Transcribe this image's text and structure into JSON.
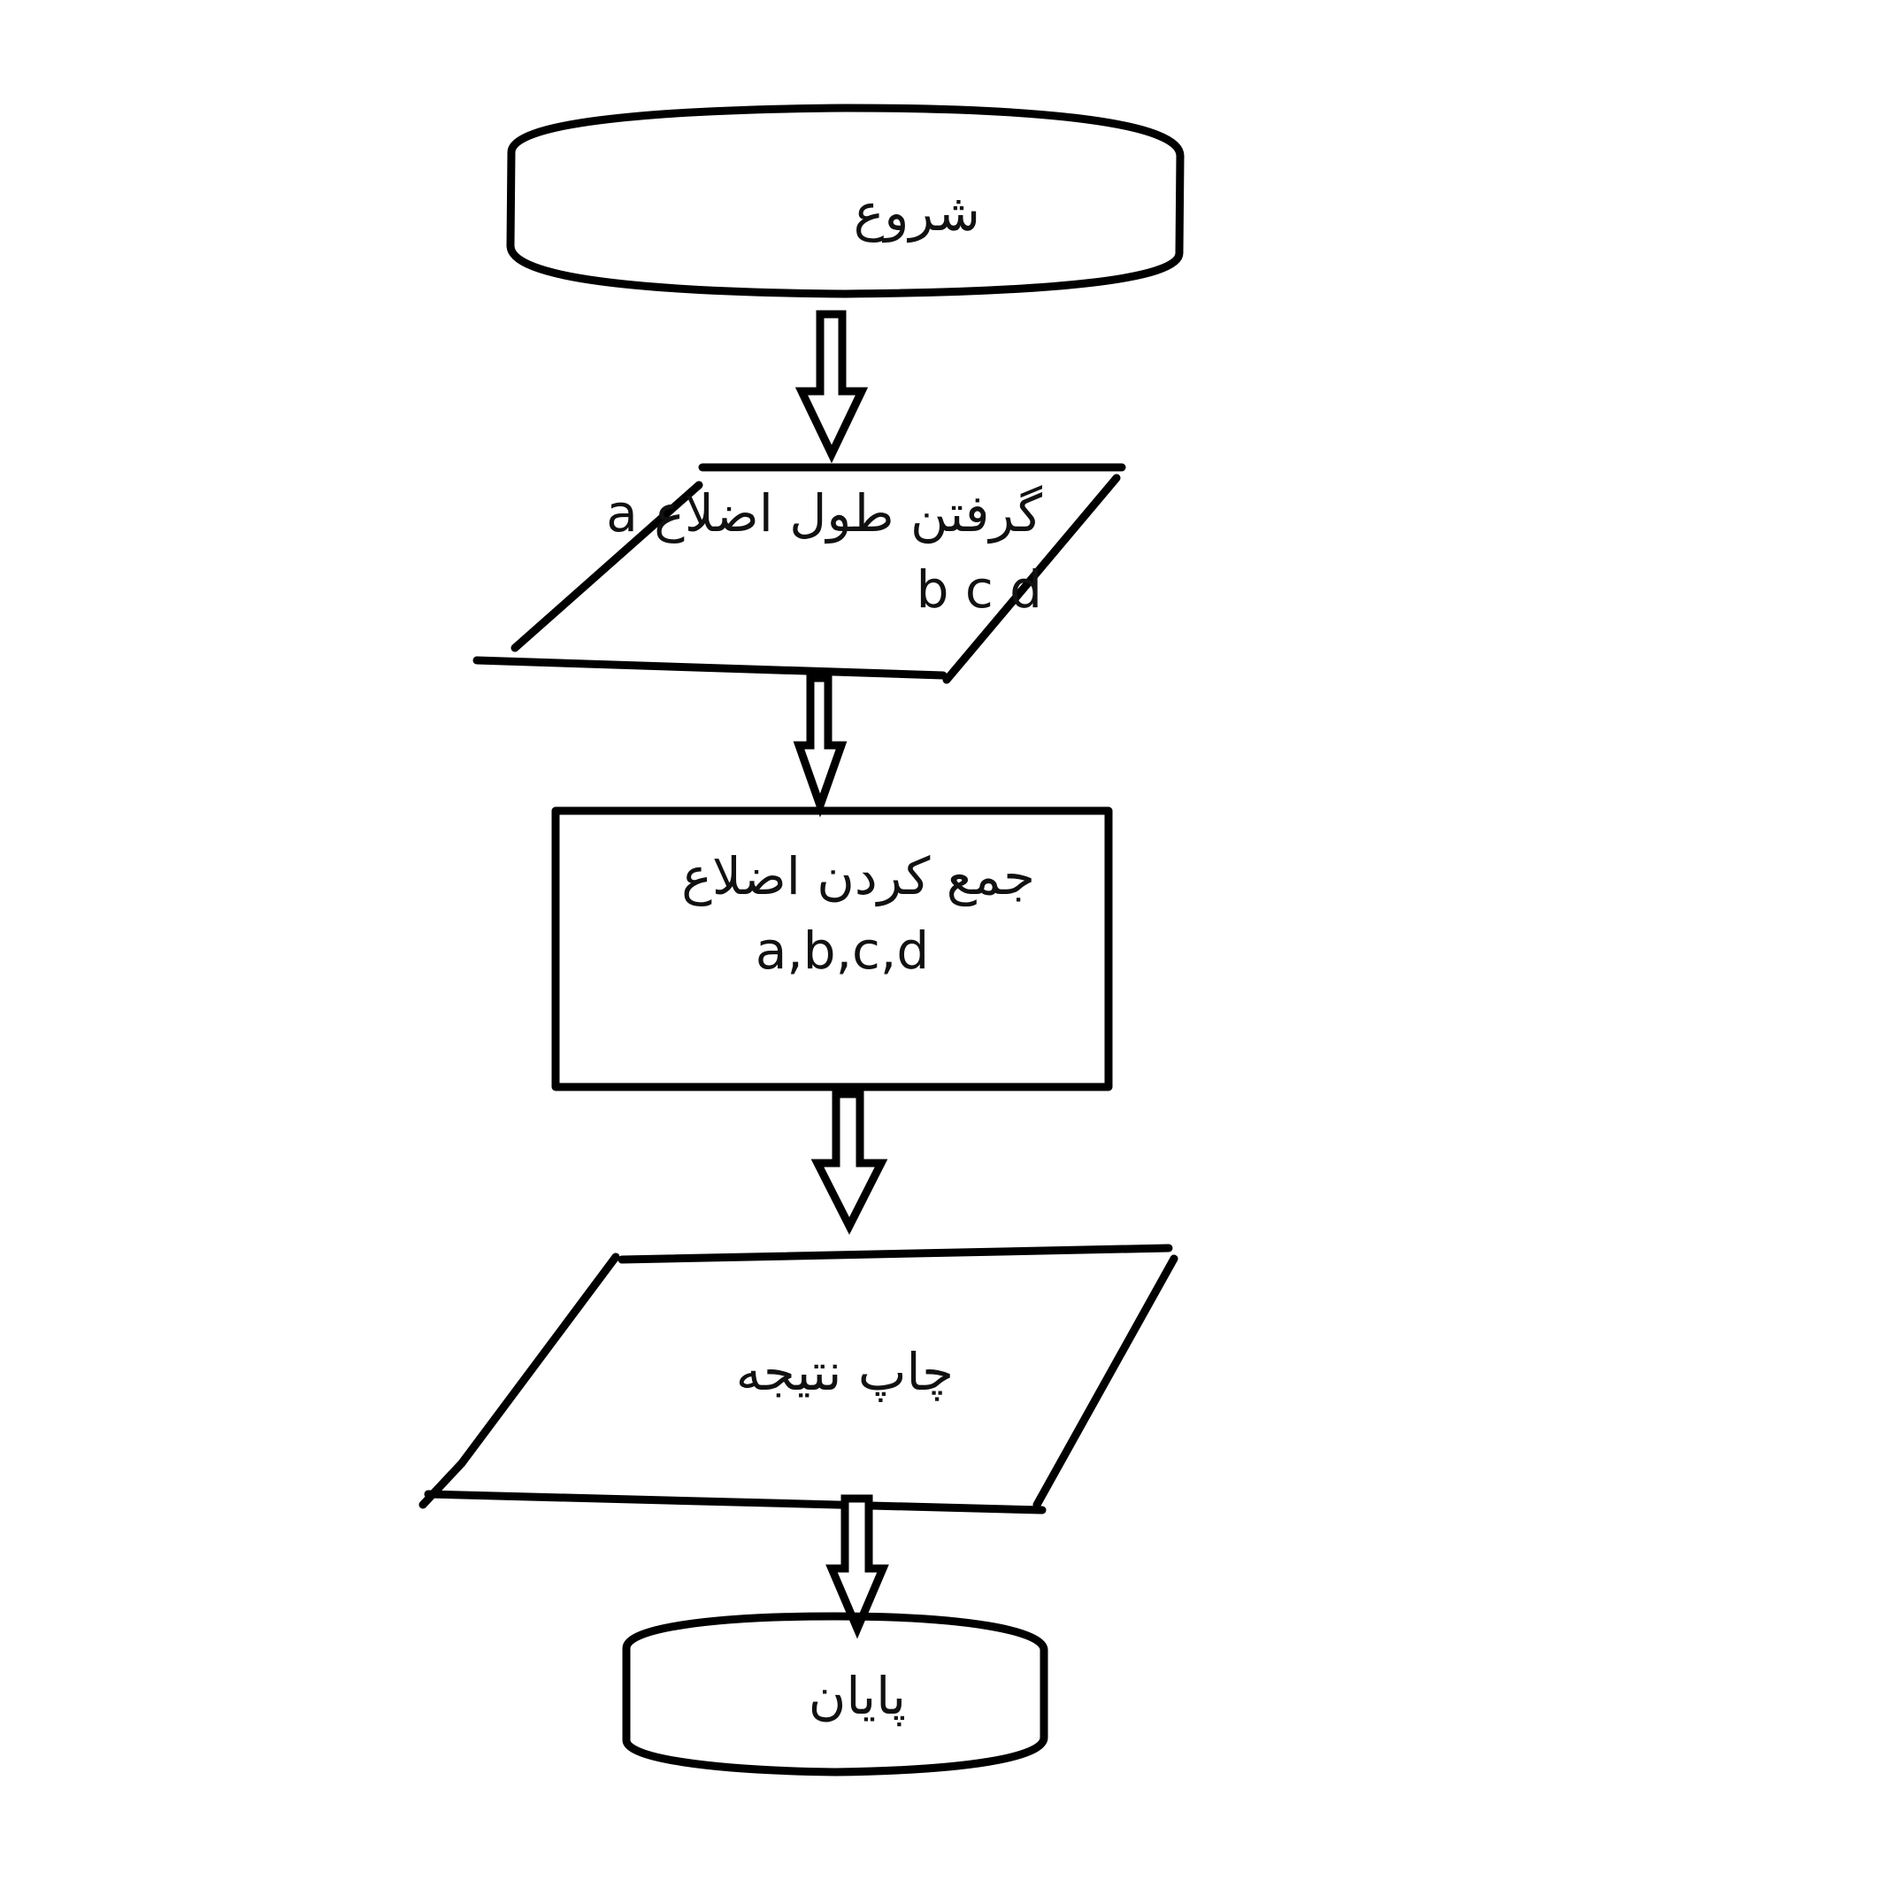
{
  "diagram": {
    "type": "flowchart",
    "nodes": {
      "start": {
        "shape": "terminal",
        "label": "شروع"
      },
      "input": {
        "shape": "input-output",
        "label_line1": "a  گرفتن طول اضلاع",
        "label_line2": "b c d"
      },
      "process": {
        "shape": "process",
        "label_line1": "جمع کردن اضلاع",
        "label_line2": "a,b,c,d"
      },
      "output": {
        "shape": "input-output",
        "label": "چاپ نتیجه"
      },
      "end": {
        "shape": "terminal",
        "label": "پایان"
      }
    },
    "edges": [
      {
        "from": "start",
        "to": "input"
      },
      {
        "from": "input",
        "to": "process"
      },
      {
        "from": "process",
        "to": "output"
      },
      {
        "from": "output",
        "to": "end"
      }
    ],
    "colors": {
      "stroke": "#000000",
      "text": "#111111",
      "background": "#ffffff"
    }
  }
}
